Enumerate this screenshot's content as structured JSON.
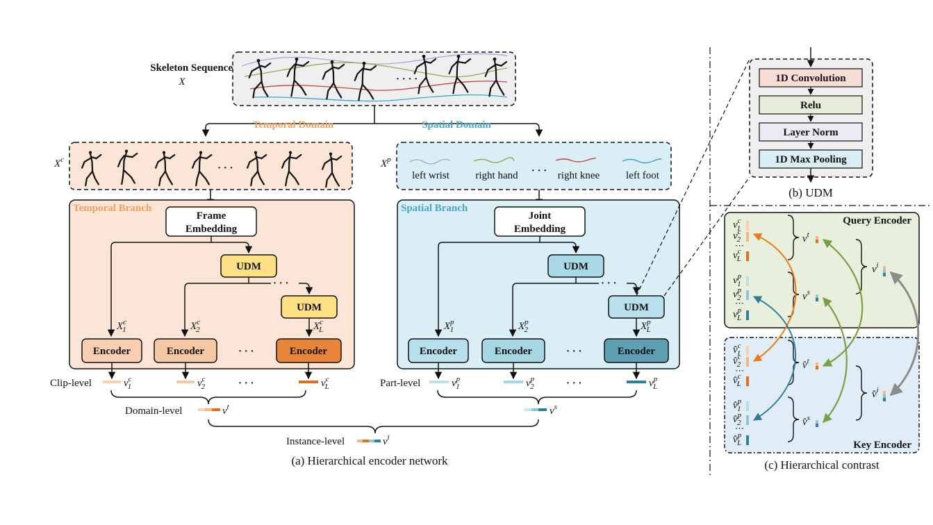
{
  "input": {
    "title": "Skeleton Sequence",
    "symbol": "X"
  },
  "domains": {
    "temporal": "Temporal Domain",
    "spatial": "Spatial Domain"
  },
  "temporal": {
    "input_symbol": "X",
    "input_sup": "c",
    "branch_title": "Temporal Branch",
    "embedding_line1": "Frame",
    "embedding_line2": "Embedding",
    "udm": "UDM",
    "encoder": "Encoder",
    "x1": "X",
    "x1_sub": "1",
    "x1_sup": "c",
    "x2": "X",
    "x2_sub": "2",
    "x2_sup": "c",
    "xl": "X",
    "xl_sub": "L",
    "xl_sup": "c",
    "level_label": "Clip-level",
    "v1": "v",
    "v1_sub": "1",
    "v1_sup": "c",
    "v2": "v",
    "v2_sub": "2",
    "v2_sup": "c",
    "vl": "v",
    "vl_sub": "L",
    "vl_sup": "c",
    "ellipsis": "· · ·"
  },
  "spatial": {
    "input_symbol": "X",
    "input_sup": "p",
    "parts": [
      "left wrist",
      "right hand",
      "right knee",
      "left foot"
    ],
    "branch_title": "Spatial Branch",
    "embedding_line1": "Joint",
    "embedding_line2": "Embedding",
    "udm": "UDM",
    "encoder": "Encoder",
    "x1": "X",
    "x1_sub": "1",
    "x1_sup": "p",
    "x2": "X",
    "x2_sub": "2",
    "x2_sup": "p",
    "xl": "X",
    "xl_sub": "L",
    "xl_sup": "p",
    "level_label": "Part-level",
    "v1": "v",
    "v1_sub": "1",
    "v1_sup": "p",
    "v2": "v",
    "v2_sub": "2",
    "v2_sup": "p",
    "vl": "v",
    "vl_sub": "L",
    "vl_sup": "p",
    "ellipsis": "· · ·"
  },
  "aggregation": {
    "domain_label": "Domain-level",
    "vt": "v",
    "vt_sup": "t",
    "vs": "v",
    "vs_sup": "s",
    "instance_label": "Instance-level",
    "vi": "v",
    "vi_sup": "i"
  },
  "captions": {
    "a": "(a) Hierarchical encoder network",
    "b": "(b) UDM",
    "c": "(c) Hierarchical contrast"
  },
  "udm_detail": {
    "layers": [
      "1D Convolution",
      "Relu",
      "Layer Norm",
      "1D Max Pooling"
    ]
  },
  "contrast": {
    "query_title": "Query Encoder",
    "key_title": "Key Encoder",
    "q": {
      "v1c": [
        "v",
        "1",
        "c"
      ],
      "v2c": [
        "v",
        "2",
        "c"
      ],
      "vlc": [
        "v",
        "L",
        "c"
      ],
      "v1p": [
        "v",
        "1",
        "p"
      ],
      "v2p": [
        "v",
        "2",
        "p"
      ],
      "vlp": [
        "v",
        "L",
        "p"
      ],
      "vt": [
        "v",
        "t"
      ],
      "vs": [
        "v",
        "s"
      ],
      "vi": [
        "v",
        "i"
      ]
    },
    "k": {
      "v1c": [
        "v̂",
        "1",
        "c"
      ],
      "v2c": [
        "v̂",
        "2",
        "c"
      ],
      "vlc": [
        "v̂",
        "L",
        "c"
      ],
      "v1p": [
        "v̂",
        "1",
        "p"
      ],
      "v2p": [
        "v̂",
        "2",
        "p"
      ],
      "vlp": [
        "v̂",
        "L",
        "p"
      ],
      "vt": [
        "v̂",
        "t"
      ],
      "vs": [
        "v̂",
        "s"
      ],
      "vi": [
        "v̂",
        "i"
      ]
    }
  },
  "colors": {
    "temporal_bg": "#fbe5d6",
    "spatial_bg": "#d9eef5",
    "udm_fill": "#ffe085",
    "temporal_accent": "#e07020",
    "spatial_accent": "#2e7f9a",
    "query_bg": "#e8efdc",
    "key_bg": "#e0ecf6",
    "green_arrow": "#78a040",
    "gray_arrow": "#8c8c8c"
  }
}
